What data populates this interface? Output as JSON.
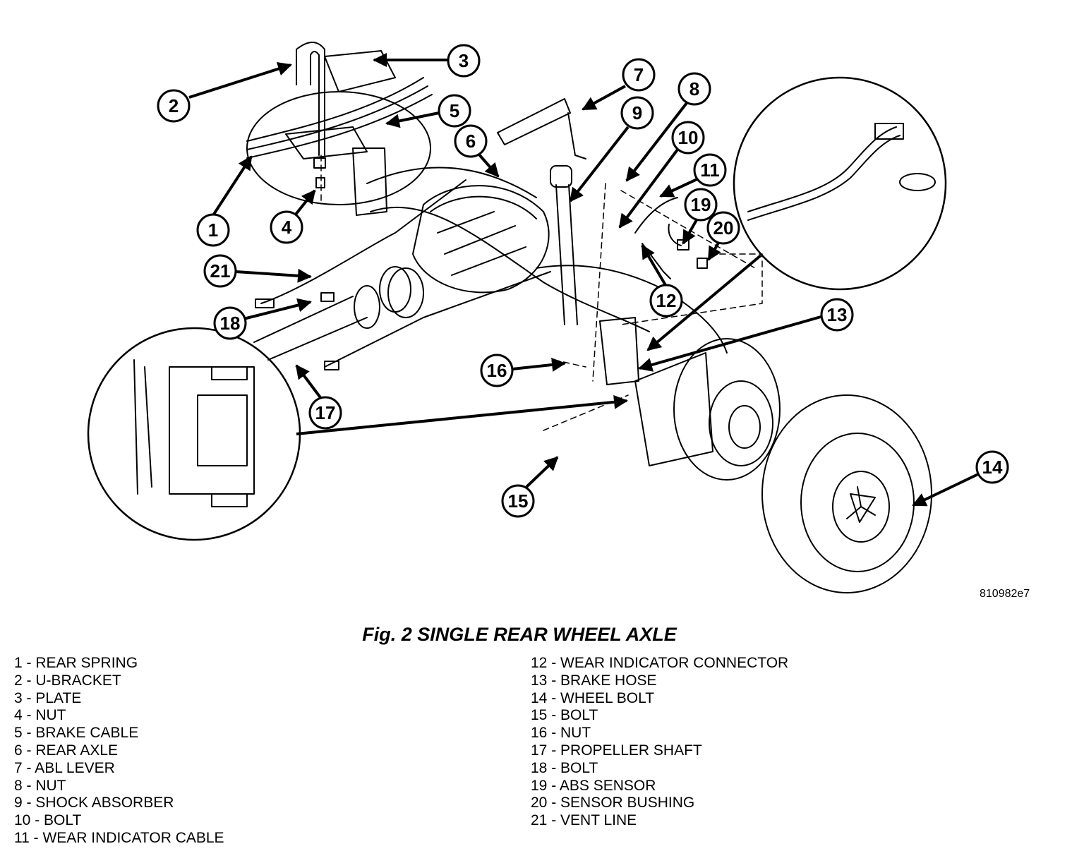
{
  "figure": {
    "image_code": "810982e7",
    "title": "Fig. 2 SINGLE REAR WHEEL AXLE"
  },
  "callouts": [
    {
      "number": "1",
      "label": "REAR SPRING"
    },
    {
      "number": "2",
      "label": "U-BRACKET"
    },
    {
      "number": "3",
      "label": "PLATE"
    },
    {
      "number": "4",
      "label": "NUT"
    },
    {
      "number": "5",
      "label": "BRAKE CABLE"
    },
    {
      "number": "6",
      "label": "REAR AXLE"
    },
    {
      "number": "7",
      "label": "ABL LEVER"
    },
    {
      "number": "8",
      "label": "NUT"
    },
    {
      "number": "9",
      "label": "SHOCK ABSORBER"
    },
    {
      "number": "10",
      "label": "BOLT"
    },
    {
      "number": "11",
      "label": "WEAR INDICATOR CABLE"
    },
    {
      "number": "12",
      "label": "WEAR INDICATOR CONNECTOR"
    },
    {
      "number": "13",
      "label": "BRAKE HOSE"
    },
    {
      "number": "14",
      "label": "WHEEL BOLT"
    },
    {
      "number": "15",
      "label": "BOLT"
    },
    {
      "number": "16",
      "label": "NUT"
    },
    {
      "number": "17",
      "label": "PROPELLER SHAFT"
    },
    {
      "number": "18",
      "label": "BOLT"
    },
    {
      "number": "19",
      "label": "ABS SENSOR"
    },
    {
      "number": "20",
      "label": "SENSOR BUSHING"
    },
    {
      "number": "21",
      "label": "VENT LINE"
    }
  ],
  "legend": {
    "left": [
      "1 - REAR SPRING",
      "2 - U-BRACKET",
      "3 - PLATE",
      "4 - NUT",
      "5 - BRAKE CABLE",
      "6 - REAR AXLE",
      "7 - ABL LEVER",
      "8 - NUT",
      "9 - SHOCK ABSORBER",
      "10 - BOLT",
      "11 - WEAR INDICATOR CABLE"
    ],
    "right": [
      "12 - WEAR INDICATOR CONNECTOR",
      "13 - BRAKE HOSE",
      "14 - WHEEL BOLT",
      "15 - BOLT",
      "16 - NUT",
      "17 - PROPELLER SHAFT",
      "18 - BOLT",
      "19 - ABS SENSOR",
      "20 - SENSOR BUSHING",
      "21 - VENT LINE"
    ]
  }
}
